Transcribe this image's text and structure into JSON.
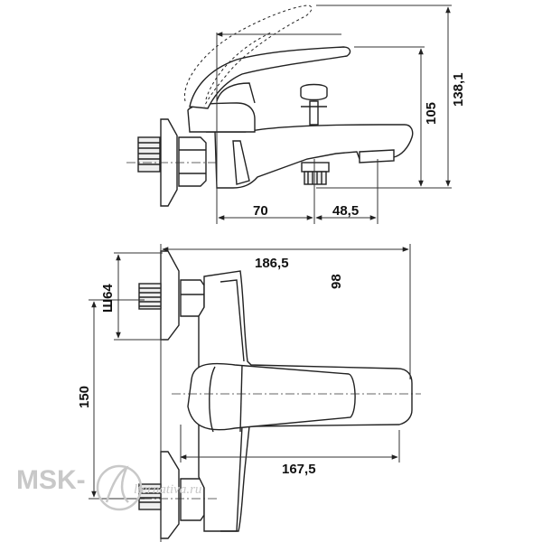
{
  "dimensions": {
    "side_width_left": "70",
    "side_width_right": "48,5",
    "side_height_inner": "105",
    "side_height_total": "138,1",
    "top_total_length": "186,5",
    "top_depth": "98",
    "top_pipe_thread": "Ш64",
    "top_pipe_spacing": "150",
    "top_body_length": "167,5"
  },
  "watermark": {
    "brand": "MSK-",
    "site": "lternativa.ru"
  },
  "colors": {
    "line": "#222222",
    "dim_line": "#333333",
    "thread_fill": "#e6e6e6",
    "watermark": "#c8c8c8"
  }
}
